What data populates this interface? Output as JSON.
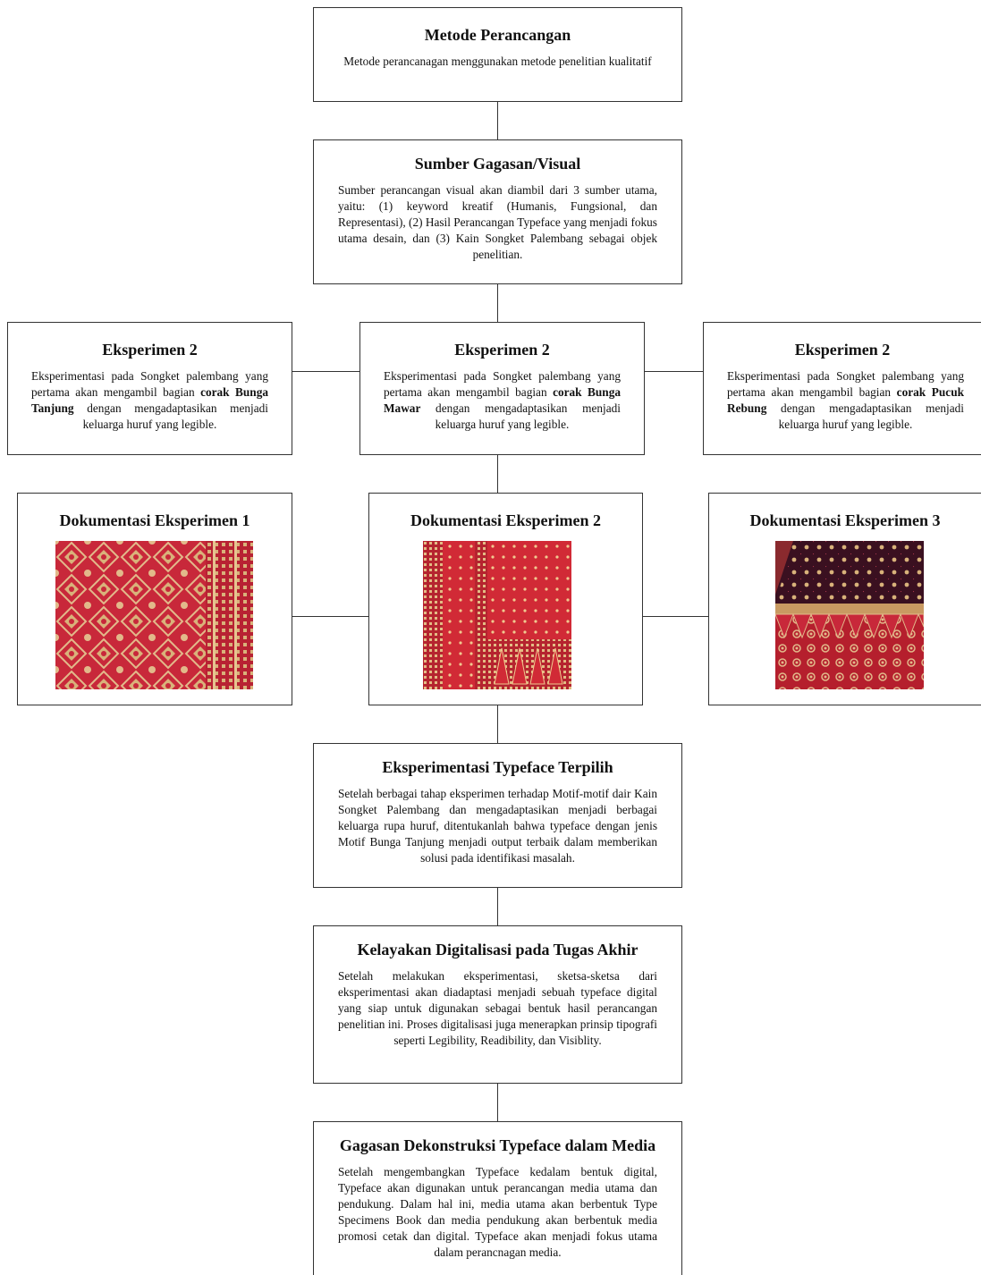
{
  "metode": {
    "title": "Metode Perancangan",
    "text": "Metode perancanagan menggunakan metode penelitian kualitatif"
  },
  "sumber": {
    "title": "Sumber Gagasan/Visual",
    "text": "Sumber perancangan visual akan diambil dari 3 sumber utama, yaitu: (1) keyword kreatif (Humanis, Fungsional, dan Representasi), (2) Hasil Perancangan Typeface yang menjadi fokus utama desain, dan (3) Kain Songket Palembang sebagai objek penelitian."
  },
  "eksperimen": [
    {
      "title": "Eksperimen 2",
      "pre": "Eksperimentasi pada Songket palembang yang pertama akan mengambil bagian ",
      "bold": "corak Bunga Tanjung",
      "post": " dengan mengadaptasikan menjadi keluarga huruf yang legible."
    },
    {
      "title": "Eksperimen 2",
      "pre": "Eksperimentasi pada Songket palembang yang pertama akan mengambil bagian ",
      "bold": "corak Bunga Mawar",
      "post": " dengan mengadaptasikan menjadi keluarga huruf yang legible."
    },
    {
      "title": "Eksperimen 2",
      "pre": "Eksperimentasi pada Songket palembang yang pertama akan mengambil bagian ",
      "bold": "corak Pucuk Rebung",
      "post": " dengan mengadaptasikan menjadi keluarga huruf yang legible."
    }
  ],
  "dokumentasi": [
    {
      "title": "Dokumentasi Eksperimen 1"
    },
    {
      "title": "Dokumentasi Eksperimen 2"
    },
    {
      "title": "Dokumentasi Eksperimen 3"
    }
  ],
  "terpilih": {
    "title": "Eksperimentasi Typeface Terpilih",
    "text": "Setelah berbagai tahap eksperimen terhadap Motif-motif dair Kain Songket Palembang dan mengadaptasikan menjadi berbagai keluarga rupa huruf, ditentukanlah bahwa typeface dengan jenis Motif Bunga Tanjung menjadi output terbaik dalam memberikan solusi pada identifikasi masalah."
  },
  "kelayakan": {
    "title": "Kelayakan Digitalisasi pada Tugas Akhir",
    "text": "Setelah melakukan eksperimentasi, sketsa-sketsa dari eksperimentasi akan diadaptasi menjadi sebuah typeface digital yang siap untuk digunakan sebagai bentuk hasil perancangan penelitian ini. Proses digitalisasi juga menerapkan prinsip tipografi seperti Legibility, Readibility, dan Visiblity."
  },
  "gagasan": {
    "title": "Gagasan Dekonstruksi Typeface dalam Media",
    "text": "Setelah mengembangkan Typeface kedalam bentuk digital, Typeface akan digunakan untuk perancangan media utama dan pendukung. Dalam hal ini, media utama akan berbentuk Type Specimens Book dan media pendukung akan berbentuk media promosi cetak dan digital. Typeface akan menjadi fokus utama dalam perancnagan media."
  },
  "colors": {
    "songket_red": "#c8283a",
    "songket_gold": "#d9b27a",
    "songket_dark": "#3a1020"
  }
}
